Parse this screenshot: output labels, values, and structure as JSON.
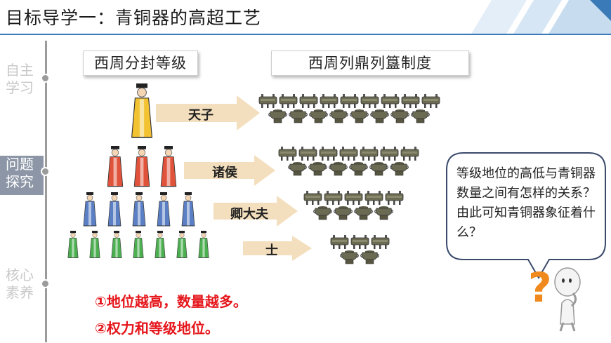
{
  "title": "目标导学一：青铜器的高超工艺",
  "nav": [
    {
      "label_line1": "自主",
      "label_line2": "学习",
      "active": false
    },
    {
      "label_line1": "问题",
      "label_line2": "探究",
      "active": true
    },
    {
      "label_line1": "核心",
      "label_line2": "素养",
      "active": false
    }
  ],
  "headers": {
    "left": "西周分封等级",
    "right": "西周列鼎列簋制度"
  },
  "ranks": [
    {
      "label": "天子",
      "figures": 1,
      "figure_color": "#f2c230",
      "ding": 9,
      "gui": 8
    },
    {
      "label": "诸侯",
      "figures": 3,
      "figure_color": "#e0533a",
      "ding": 7,
      "gui": 6
    },
    {
      "label": "卿大夫",
      "figures": 5,
      "figure_color": "#5b7fc4",
      "ding": 5,
      "gui": 4
    },
    {
      "label": "士",
      "figures": 7,
      "figure_color": "#4caf50",
      "ding": 3,
      "gui": 2
    }
  ],
  "question": "等级地位的高低与青铜器数量之间有怎样的关系？由此可知青铜器象征着什么？",
  "answers": [
    "①地位越高，数量越多。",
    "②权力和等级地位。"
  ],
  "colors": {
    "accent": "#3a7ab8",
    "answer": "#e5161b",
    "arrow": "#f3dfbd",
    "bronze": "#6b6a52"
  }
}
